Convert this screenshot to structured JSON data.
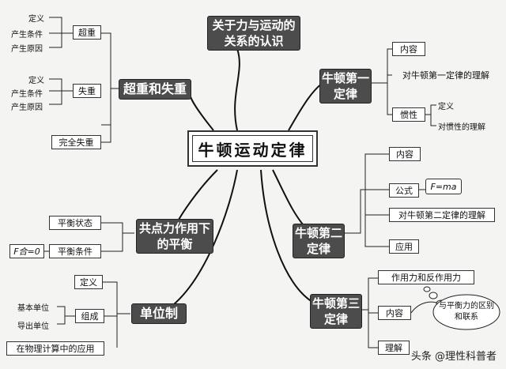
{
  "center": "牛顿运动定律",
  "top": "关于力与运动的关系的认识",
  "left": {
    "overweight_weightless": {
      "title": "超重和失重",
      "overweight": {
        "label": "超重",
        "items": [
          "定义",
          "产生条件",
          "产生原因"
        ]
      },
      "weightless": {
        "label": "失重",
        "items": [
          "定义",
          "产生条件",
          "产生原因"
        ]
      },
      "complete": "完全失重"
    },
    "equilibrium": {
      "title": "共点力作用下的平衡",
      "state": "平衡状态",
      "condition": "平衡条件",
      "formula": "F合=0"
    },
    "units": {
      "title": "单位制",
      "definition": "定义",
      "composition": {
        "label": "组成",
        "items": [
          "基本单位",
          "导出单位"
        ]
      },
      "application": "在物理计算中的应用"
    }
  },
  "right": {
    "first_law": {
      "title": "牛顿第一定律",
      "content": "内容",
      "understanding": "对牛顿第一定律的理解",
      "inertia": {
        "label": "惯性",
        "items": [
          "定义",
          "对惯性的理解"
        ]
      }
    },
    "second_law": {
      "title": "牛顿第二定律",
      "content": "内容",
      "formula": {
        "label": "公式",
        "value": "F=ma"
      },
      "understanding": "对牛顿第二定律的理解",
      "application": "应用"
    },
    "third_law": {
      "title": "牛顿第三定律",
      "action_reaction": "作用力和反作用力",
      "content": "内容",
      "comparison": "与平衡力的区别和联系",
      "understanding": "理解"
    }
  },
  "watermark": "头条 @理性科普者"
}
